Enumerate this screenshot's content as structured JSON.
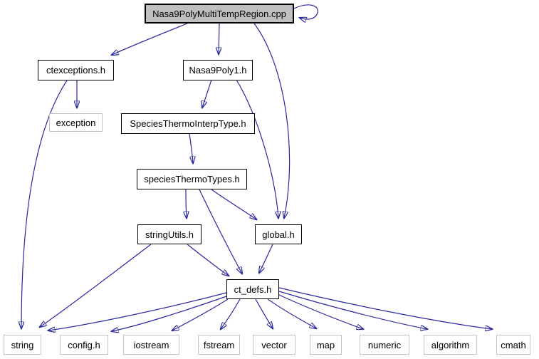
{
  "diagram": {
    "type": "include-dependency-graph",
    "nodes": [
      {
        "label": "Nasa9PolyMultiTempRegion.cpp",
        "kind": "current"
      },
      {
        "label": "ctexceptions.h",
        "kind": "linked"
      },
      {
        "label": "Nasa9Poly1.h",
        "kind": "linked"
      },
      {
        "label": "exception",
        "kind": "plain"
      },
      {
        "label": "SpeciesThermoInterpType.h",
        "kind": "linked"
      },
      {
        "label": "speciesThermoTypes.h",
        "kind": "linked"
      },
      {
        "label": "stringUtils.h",
        "kind": "linked"
      },
      {
        "label": "global.h",
        "kind": "linked"
      },
      {
        "label": "ct_defs.h",
        "kind": "linked"
      },
      {
        "label": "string",
        "kind": "plain"
      },
      {
        "label": "config.h",
        "kind": "plain"
      },
      {
        "label": "iostream",
        "kind": "plain"
      },
      {
        "label": "fstream",
        "kind": "plain"
      },
      {
        "label": "vector",
        "kind": "plain"
      },
      {
        "label": "map",
        "kind": "plain"
      },
      {
        "label": "numeric",
        "kind": "plain"
      },
      {
        "label": "algorithm",
        "kind": "plain"
      },
      {
        "label": "cmath",
        "kind": "plain"
      }
    ],
    "edges": [
      {
        "from": "Nasa9PolyMultiTempRegion.cpp",
        "to": "Nasa9PolyMultiTempRegion.cpp"
      },
      {
        "from": "Nasa9PolyMultiTempRegion.cpp",
        "to": "ctexceptions.h"
      },
      {
        "from": "Nasa9PolyMultiTempRegion.cpp",
        "to": "Nasa9Poly1.h"
      },
      {
        "from": "Nasa9PolyMultiTempRegion.cpp",
        "to": "global.h"
      },
      {
        "from": "ctexceptions.h",
        "to": "exception"
      },
      {
        "from": "ctexceptions.h",
        "to": "string"
      },
      {
        "from": "Nasa9Poly1.h",
        "to": "SpeciesThermoInterpType.h"
      },
      {
        "from": "Nasa9Poly1.h",
        "to": "global.h"
      },
      {
        "from": "SpeciesThermoInterpType.h",
        "to": "speciesThermoTypes.h"
      },
      {
        "from": "speciesThermoTypes.h",
        "to": "stringUtils.h"
      },
      {
        "from": "speciesThermoTypes.h",
        "to": "global.h"
      },
      {
        "from": "speciesThermoTypes.h",
        "to": "ct_defs.h"
      },
      {
        "from": "stringUtils.h",
        "to": "ct_defs.h"
      },
      {
        "from": "stringUtils.h",
        "to": "string"
      },
      {
        "from": "global.h",
        "to": "ct_defs.h"
      },
      {
        "from": "ct_defs.h",
        "to": "string"
      },
      {
        "from": "ct_defs.h",
        "to": "config.h"
      },
      {
        "from": "ct_defs.h",
        "to": "iostream"
      },
      {
        "from": "ct_defs.h",
        "to": "fstream"
      },
      {
        "from": "ct_defs.h",
        "to": "vector"
      },
      {
        "from": "ct_defs.h",
        "to": "map"
      },
      {
        "from": "ct_defs.h",
        "to": "numeric"
      },
      {
        "from": "ct_defs.h",
        "to": "algorithm"
      },
      {
        "from": "ct_defs.h",
        "to": "cmath"
      }
    ],
    "colors": {
      "edge": "#28289d",
      "node_border_linked": "#000000",
      "node_border_plain": "#c4c4c4",
      "current_node_fill": "#bfbfbf",
      "node_fill": "#ffffff",
      "text": "#000000",
      "background": "#ffffff"
    }
  }
}
